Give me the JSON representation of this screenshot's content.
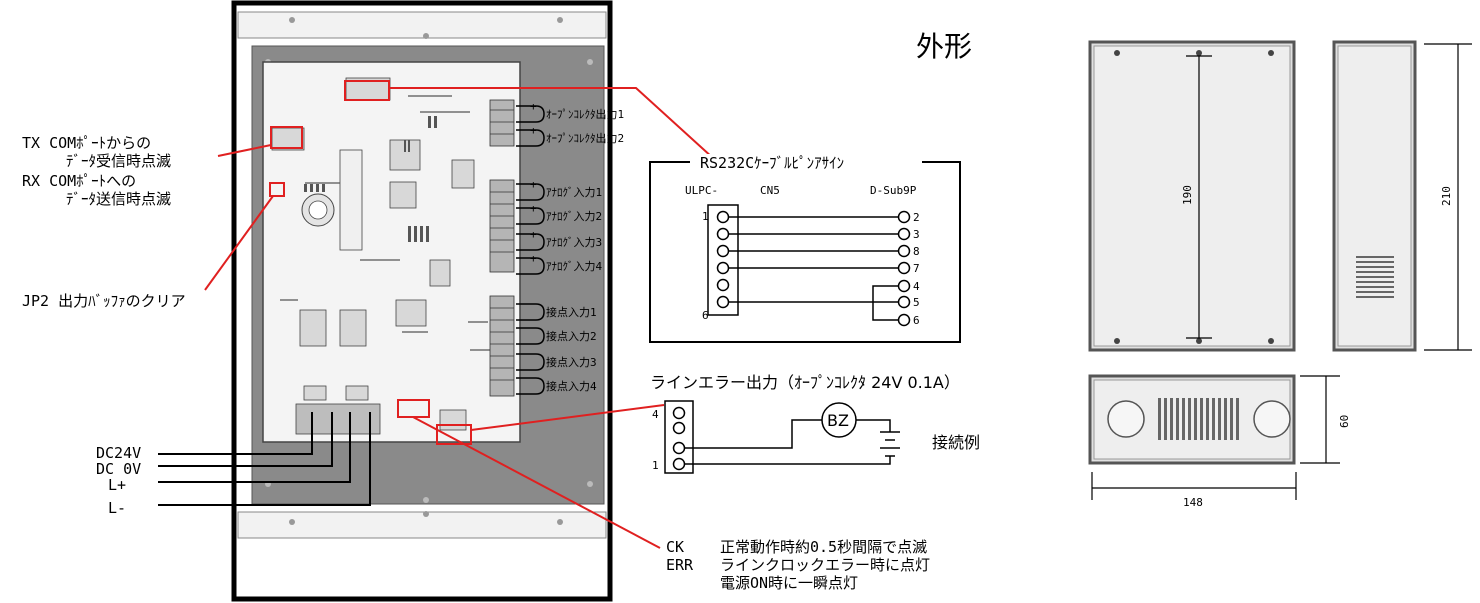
{
  "title": "外形",
  "left_labels": {
    "tx": "TX  COMﾎﾟｰﾄからの",
    "tx2": "ﾃﾞｰﾀ受信時点滅",
    "rx": "RX  COMﾎﾟｰﾄへの",
    "rx2": "ﾃﾞｰﾀ送信時点滅",
    "jp2": "JP2 出力ﾊﾞｯﾌｧのクリア"
  },
  "power_labels": [
    "DC24V",
    "DC 0V",
    "L+",
    "L-"
  ],
  "connector_labels": [
    "ｵｰﾌﾟﾝｺﾚｸﾀ出力1",
    "ｵｰﾌﾟﾝｺﾚｸﾀ出力2",
    "ｱﾅﾛｸﾞ入力1",
    "ｱﾅﾛｸﾞ入力2",
    "ｱﾅﾛｸﾞ入力3",
    "ｱﾅﾛｸﾞ入力4",
    "接点入力1",
    "接点入力2",
    "接点入力3",
    "接点入力4"
  ],
  "rs232": {
    "title": "RS232Cｹｰﾌﾞﾙﾋﾟﾝｱｻｲﾝ",
    "left_head": "ULPC-",
    "cn": "CN5",
    "right_head": "D-Sub9P",
    "pin_first": "1",
    "pin_last": "6",
    "dsub_pins": [
      "2",
      "3",
      "8",
      "7",
      "4",
      "5",
      "6"
    ]
  },
  "line_error": {
    "title": "ラインエラー出力（ｵｰﾌﾟﾝｺﾚｸﾀ 24V 0.1A）",
    "pin_top": "4",
    "pin_bottom": "1",
    "bz": "BZ",
    "example": "接続例"
  },
  "status_leds": {
    "ck": "CK",
    "ck_desc": "正常動作時約0.5秒間隔で点滅",
    "err": "ERR",
    "err_desc": "ラインクロックエラー時に点灯",
    "err_desc2": "電源ON時に一瞬点灯"
  },
  "dimensions": {
    "inner_height": "190",
    "outer_height": "210",
    "depth": "60",
    "width": "148"
  }
}
